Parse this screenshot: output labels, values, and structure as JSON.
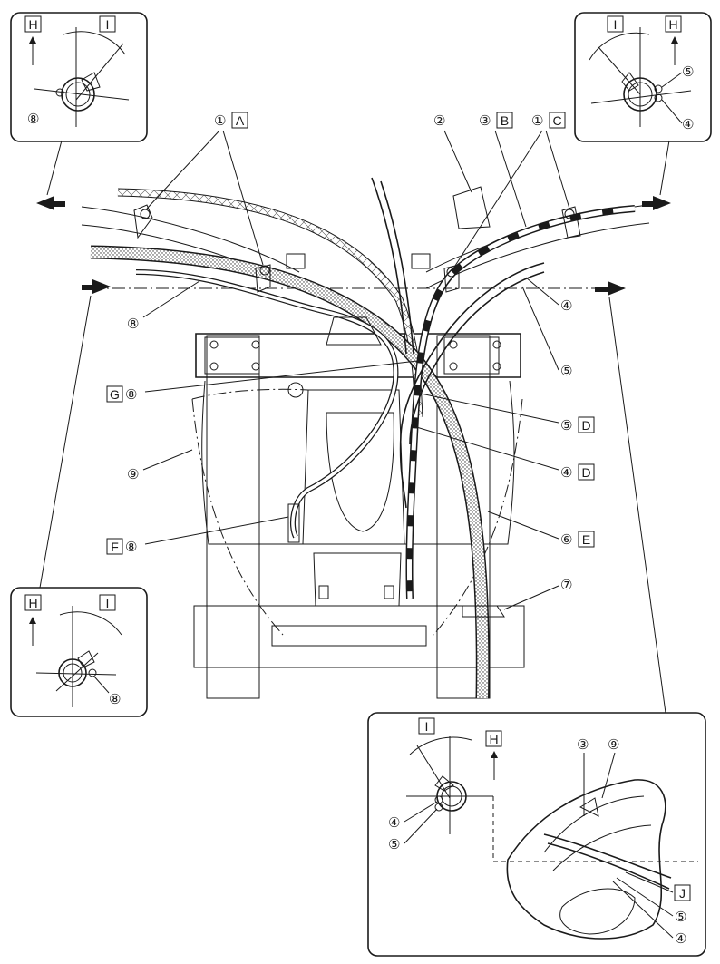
{
  "callouts": {
    "n1": "①",
    "n2": "②",
    "n3": "③",
    "n4": "④",
    "n5": "⑤",
    "n6": "⑥",
    "n7": "⑦",
    "n8": "⑧",
    "n9": "⑨"
  },
  "letters": {
    "A": "A",
    "B": "B",
    "C": "C",
    "D": "D",
    "E": "E",
    "F": "F",
    "G": "G",
    "H": "H",
    "I": "I",
    "J": "J"
  }
}
